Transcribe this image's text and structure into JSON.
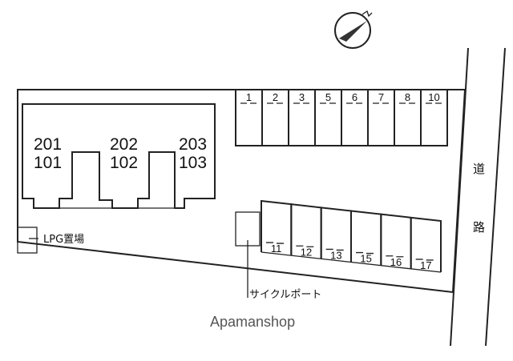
{
  "units": [
    {
      "top": "201",
      "bottom": "101"
    },
    {
      "top": "202",
      "bottom": "102"
    },
    {
      "top": "203",
      "bottom": "103"
    }
  ],
  "parking_top": [
    "1",
    "2",
    "3",
    "5",
    "6",
    "7",
    "8",
    "10"
  ],
  "parking_bottom": [
    "11",
    "12",
    "13",
    "15",
    "16",
    "17"
  ],
  "lpg_label": "LPG置場",
  "cycle_port_label": "サイクルポート",
  "road_label": [
    "道",
    "路"
  ],
  "watermark": "Apamanshop",
  "compass_icon": "north-arrow-icon"
}
